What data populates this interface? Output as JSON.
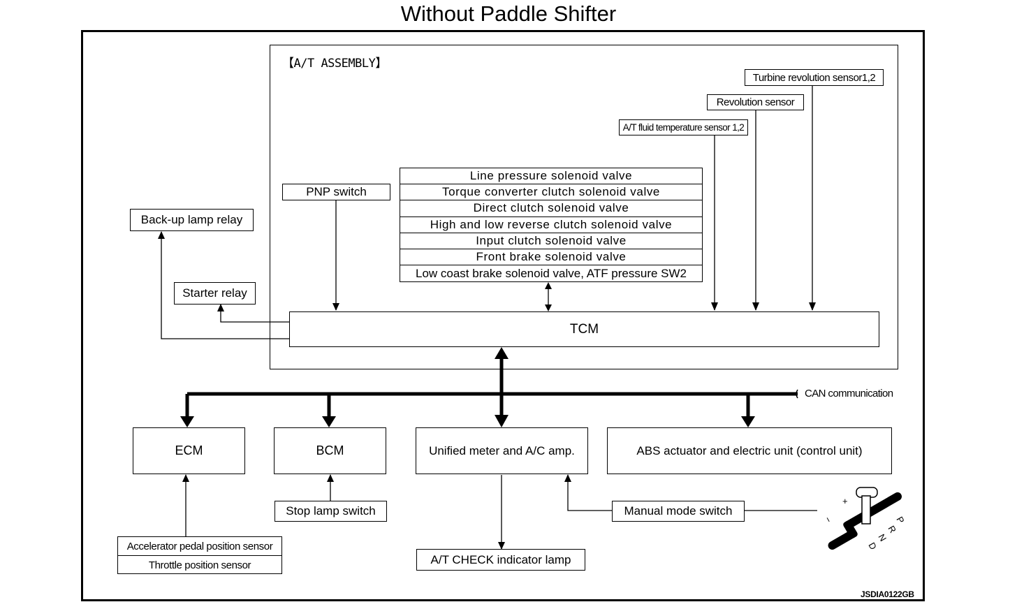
{
  "title": "Without Paddle Shifter",
  "assembly_label": "【A/T ASSEMBLY】",
  "tcm": "TCM",
  "pnp_switch": "PNP switch",
  "backup_lamp_relay": "Back-up lamp relay",
  "starter_relay": "Starter relay",
  "solenoids": [
    "Line pressure solenoid valve",
    "Torque converter clutch solenoid valve",
    "Direct clutch solenoid valve",
    "High and low reverse clutch solenoid valve",
    "Input clutch solenoid valve",
    "Front brake solenoid valve",
    "Low coast brake solenoid valve, ATF pressure SW2"
  ],
  "sensors": {
    "turbine": "Turbine revolution sensor1,2",
    "revolution": "Revolution sensor",
    "fluid_temp": "A/T fluid temperature sensor 1,2"
  },
  "can_label": "CAN communication",
  "units": {
    "ecm": "ECM",
    "bcm": "BCM",
    "meter": "Unified meter and A/C amp.",
    "abs": "ABS actuator and electric unit (control unit)"
  },
  "inputs": {
    "stop_lamp_switch": "Stop lamp switch",
    "accelerator": "Accelerator pedal position sensor",
    "throttle": "Throttle position sensor",
    "manual_mode_switch": "Manual mode switch"
  },
  "check_lamp": "A/T CHECK indicator lamp",
  "shifter_glyphs": {
    "minus": "−",
    "plus": "+",
    "p": "P",
    "r": "R",
    "n": "N",
    "d": "D"
  },
  "figure_code": "JSDIA0122GB"
}
